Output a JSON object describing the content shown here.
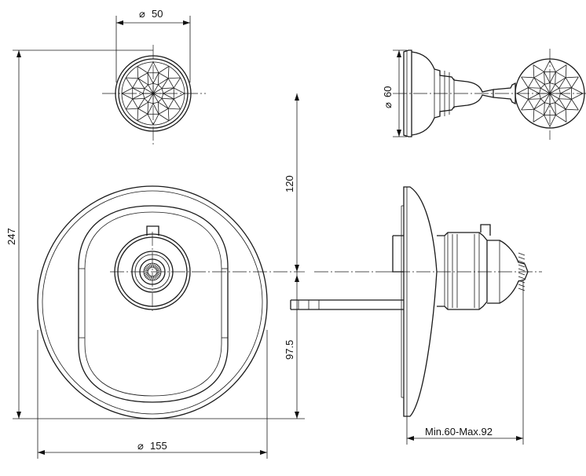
{
  "dimensions": {
    "knob_diameter": "50",
    "rosette_diameter": "60",
    "offset_vertical": "120",
    "overall_height": "247",
    "lower_offset": "97.5",
    "plate_diameter": "155",
    "depth_range": "Min.60-Max.92"
  },
  "symbols": {
    "diameter": "⌀"
  }
}
